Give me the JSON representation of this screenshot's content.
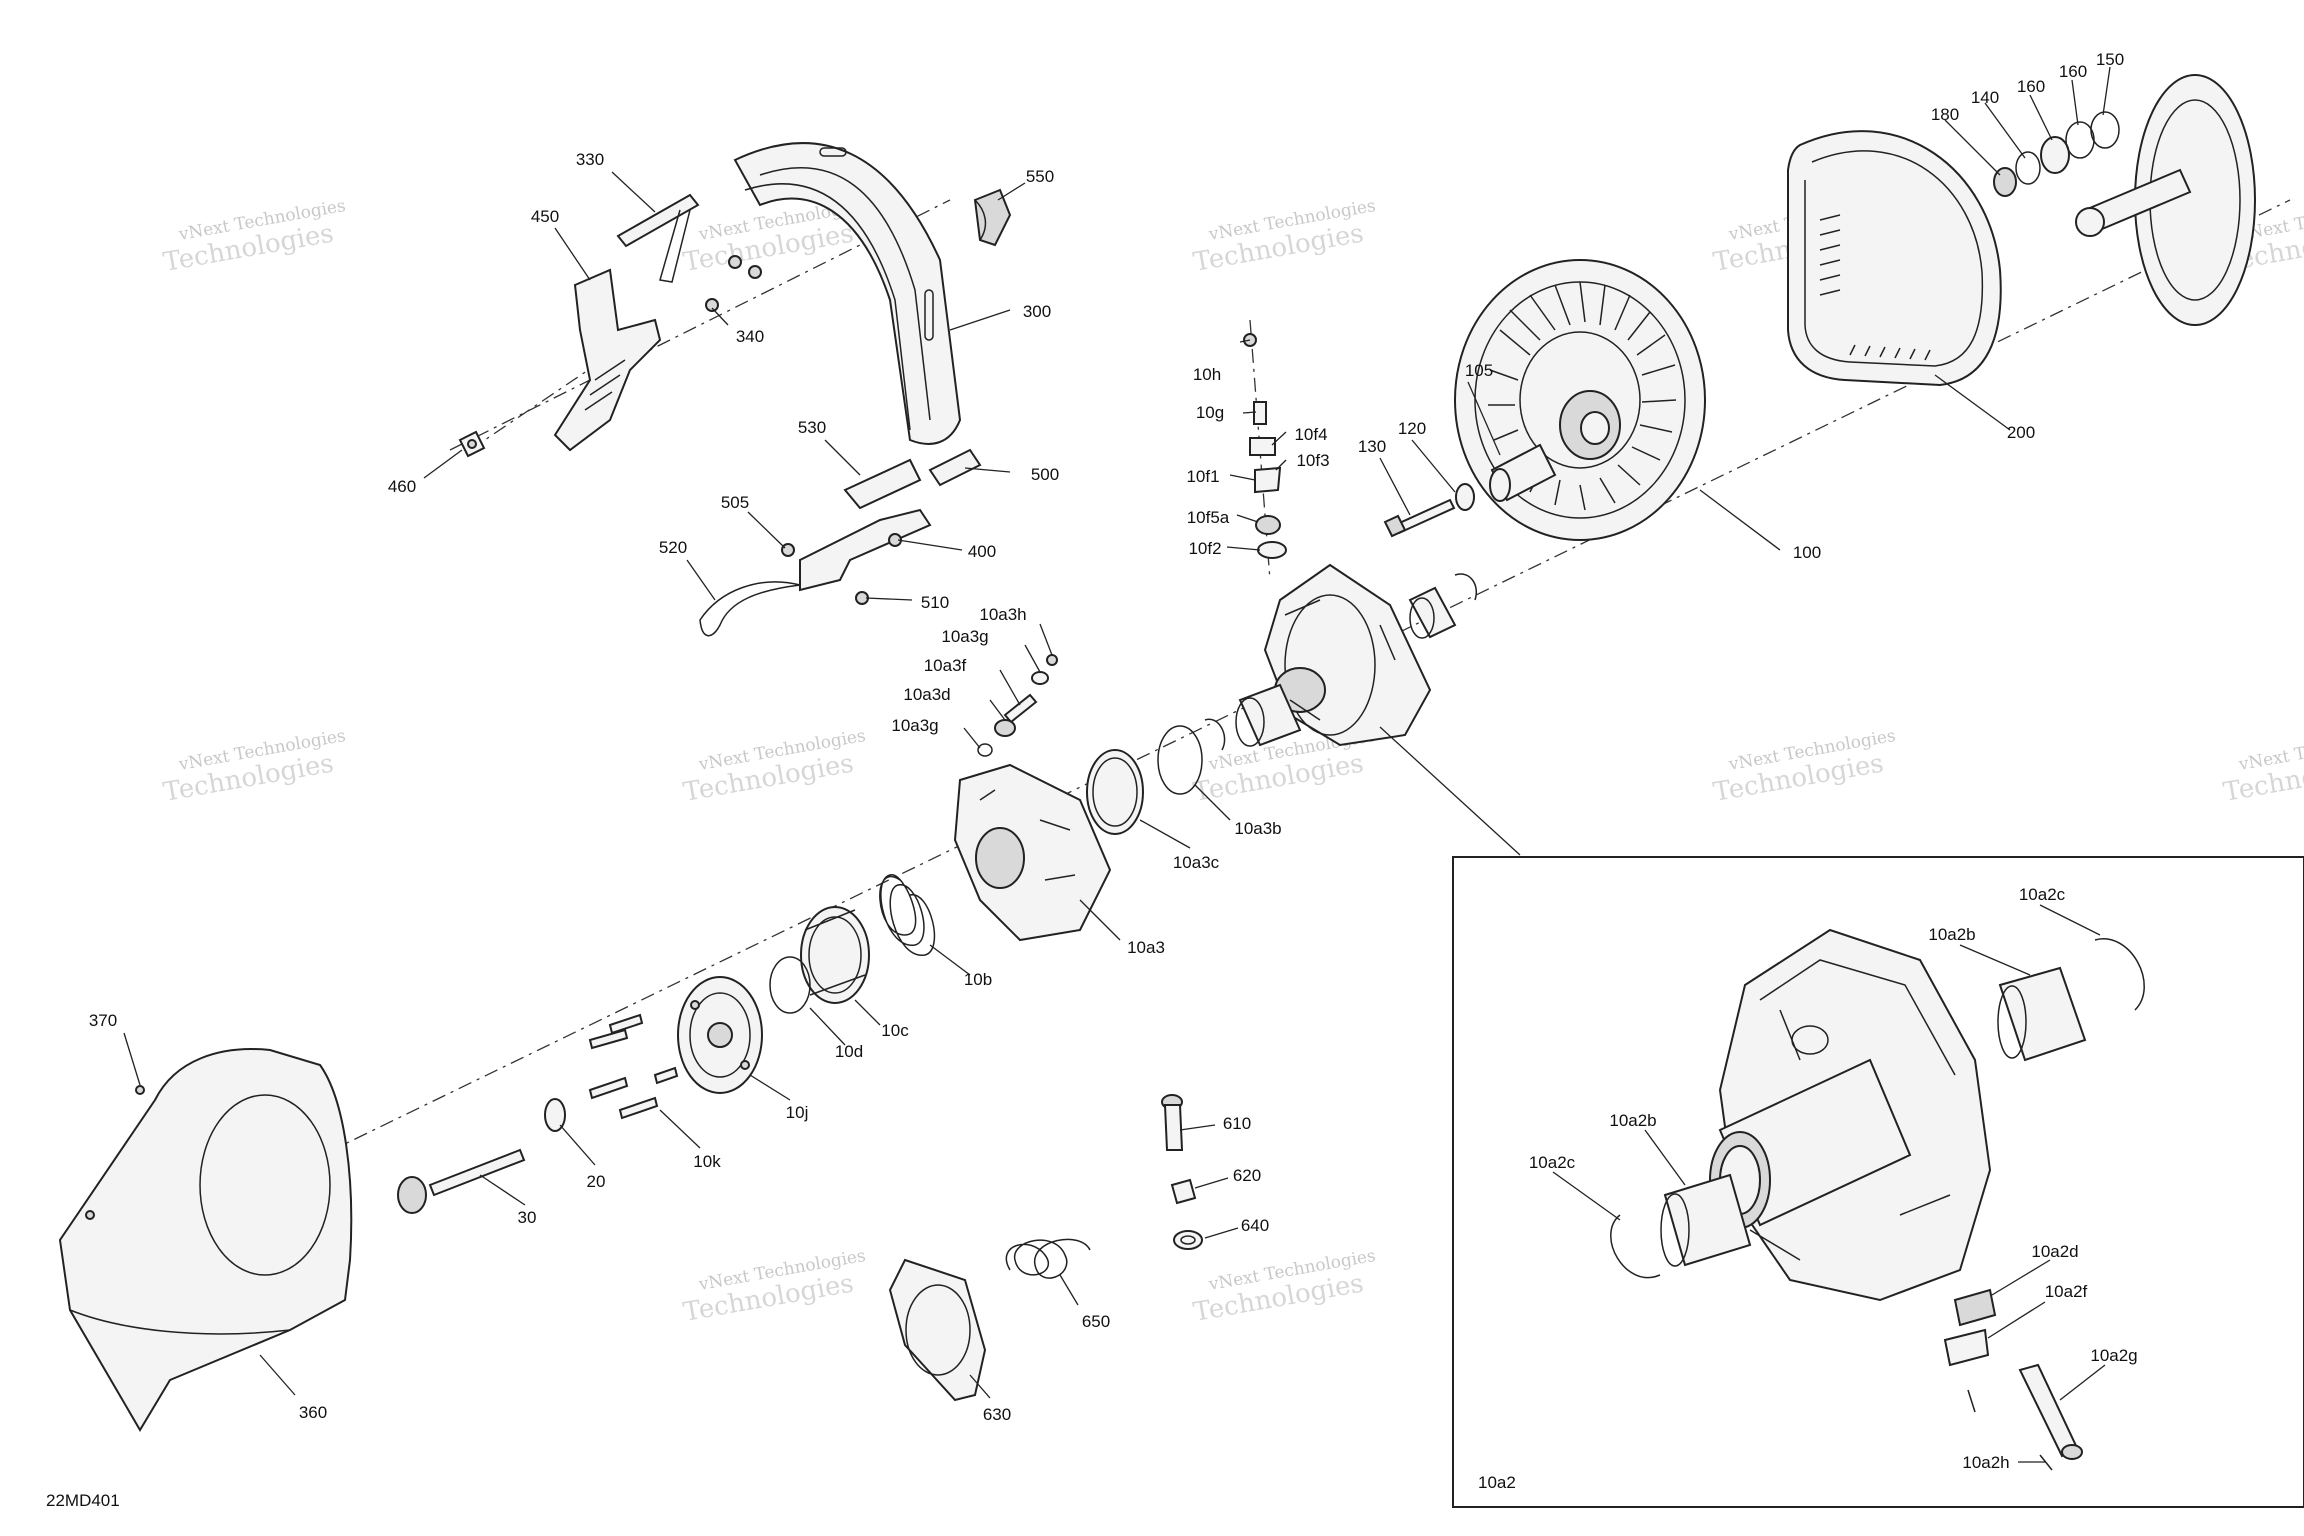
{
  "diagram": {
    "figure_code": "22MD401",
    "inset_label": "10a2",
    "watermark": {
      "line1": "vNext Technologies",
      "line2": "Technologies"
    },
    "callouts": {
      "p330": "330",
      "p450": "450",
      "p340": "340",
      "p460": "460",
      "p300": "300",
      "p550": "550",
      "p530": "530",
      "p500": "500",
      "p505": "505",
      "p520": "520",
      "p400": "400",
      "p510": "510",
      "p10h": "10h",
      "p10g": "10g",
      "p10f4": "10f4",
      "p10f3": "10f3",
      "p10f1": "10f1",
      "p10f5a": "10f5a",
      "p10f2": "10f2",
      "p130": "130",
      "p120": "120",
      "p105": "105",
      "p100": "100",
      "p200": "200",
      "p180": "180",
      "p140": "140",
      "p160a": "160",
      "p160b": "160",
      "p150": "150",
      "p10a3h": "10a3h",
      "p10a3g_top": "10a3g",
      "p10a3f": "10a3f",
      "p10a3d": "10a3d",
      "p10a3g_low": "10a3g",
      "p10a3b": "10a3b",
      "p10a3c": "10a3c",
      "p10a3": "10a3",
      "p10b": "10b",
      "p10c": "10c",
      "p10d": "10d",
      "p10j": "10j",
      "p10k": "10k",
      "p20": "20",
      "p30": "30",
      "p370": "370",
      "p360": "360",
      "p610": "610",
      "p620": "620",
      "p640": "640",
      "p650": "650",
      "p630": "630",
      "p10a2c_top": "10a2c",
      "p10a2b_top": "10a2b",
      "p10a2b_mid": "10a2b",
      "p10a2c_left": "10a2c",
      "p10a2d": "10a2d",
      "p10a2f": "10a2f",
      "p10a2g": "10a2g",
      "p10a2h": "10a2h"
    }
  }
}
